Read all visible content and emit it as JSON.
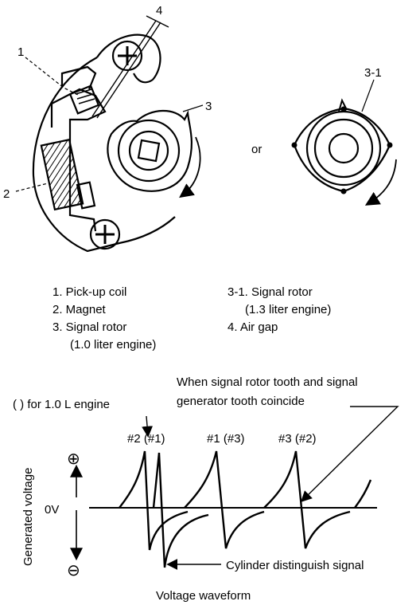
{
  "top_diagram": {
    "callouts": {
      "c1": "1",
      "c2": "2",
      "c3": "3",
      "c4": "4",
      "c31": "3-1"
    },
    "or_text": "or"
  },
  "legend": {
    "left": [
      "1. Pick-up coil",
      "2. Magnet",
      "3. Signal rotor",
      "(1.0 liter engine)"
    ],
    "right": [
      "3-1. Signal rotor",
      "(1.3 liter engine)",
      "4. Air gap"
    ]
  },
  "waveform": {
    "note_coincide_line1": "When signal rotor tooth and signal",
    "note_coincide_line2": "generator tooth coincide",
    "note_engine": "(   ) for 1.0 L engine",
    "pulse_labels": [
      "#2 (#1)",
      "#1 (#3)",
      "#3 (#2)"
    ],
    "y_axis_label": "Generated voltage",
    "zero_label": "0V",
    "plus_symbol": "⊕",
    "minus_symbol": "⊖",
    "cylinder_signal_label": "Cylinder distinguish signal",
    "caption": "Voltage waveform"
  }
}
